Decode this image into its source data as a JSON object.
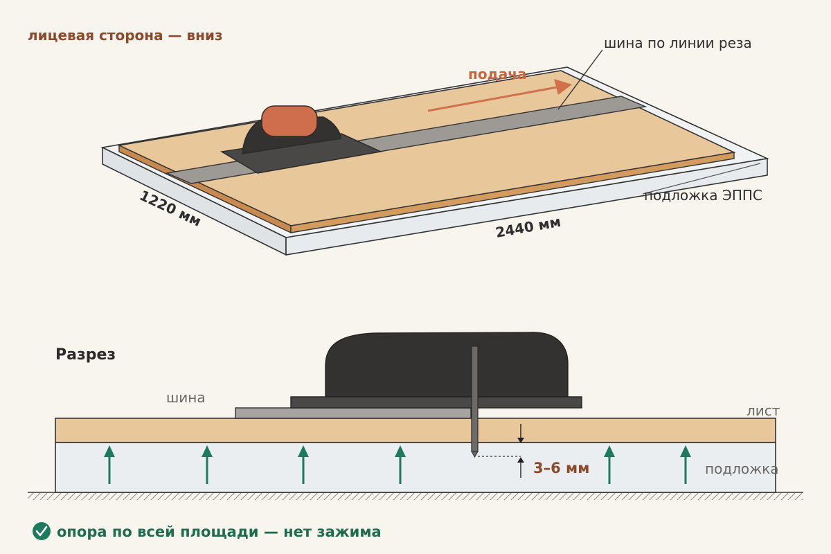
{
  "top": {
    "face_down_label": "лицевая сторона — вниз",
    "rail_label": "шина по линии реза",
    "feed_label": "подача",
    "underlay_label": "подложка ЭППС",
    "dim_width": "1220 мм",
    "dim_length": "2440 мм"
  },
  "section": {
    "title": "Разрез",
    "rail_label": "шина",
    "sheet_label": "лист",
    "underlay_label": "подложка",
    "depth_label": "3–6 мм"
  },
  "footer": {
    "check_icon": "check-circle-icon",
    "note": "опора по всей площади — нет зажима"
  },
  "colors": {
    "brown_text": "#8a4a2c",
    "orange_arrow": "#d0714c",
    "sheet": "#e8c79a",
    "sheet_edge": "#c98a4f",
    "underlay": "#ebeef0",
    "tool": "#333230",
    "handle": "#cf6e4c",
    "rail": "#9d9a96",
    "green": "#1e7a5c"
  }
}
